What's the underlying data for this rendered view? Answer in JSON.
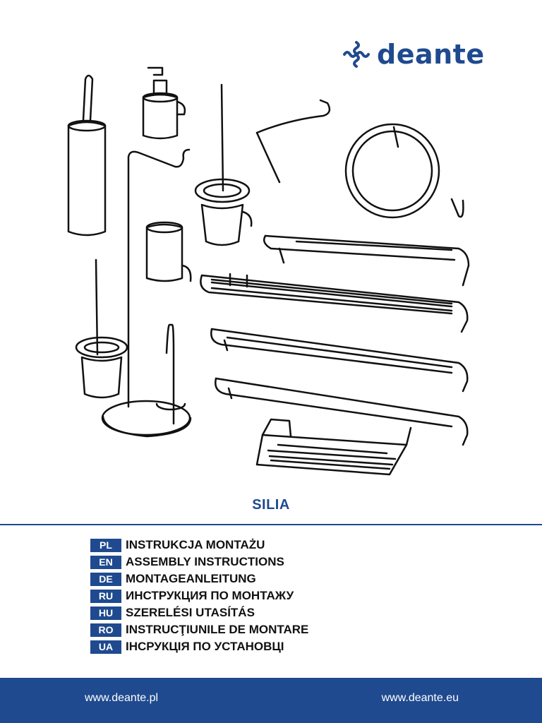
{
  "brand": {
    "logo_text": "deante",
    "color": "#1f4a8f"
  },
  "product": {
    "title": "SILIA"
  },
  "languages": [
    {
      "code": "PL",
      "label": "INSTRUKCJA MONTAŻU"
    },
    {
      "code": "EN",
      "label": "ASSEMBLY INSTRUCTIONS"
    },
    {
      "code": "DE",
      "label": "MONTAGEANLEITUNG"
    },
    {
      "code": "RU",
      "label": "ИНСТРУКЦИЯ ПО МОНТАЖУ"
    },
    {
      "code": "HU",
      "label": "SZERELÉSI UTASÍTÁS"
    },
    {
      "code": "RO",
      "label": "INSTRUCŢIUNILE DE MONTARE"
    },
    {
      "code": "UA",
      "label": "ІНСРУКЦІЯ ПО УСТАНОВЦІ"
    }
  ],
  "footer": {
    "left_link": "www.deante.pl",
    "right_link": "www.deante.eu",
    "background": "#1f4a8f"
  },
  "icons": {
    "logo_mark": "deante-logo-icon"
  }
}
